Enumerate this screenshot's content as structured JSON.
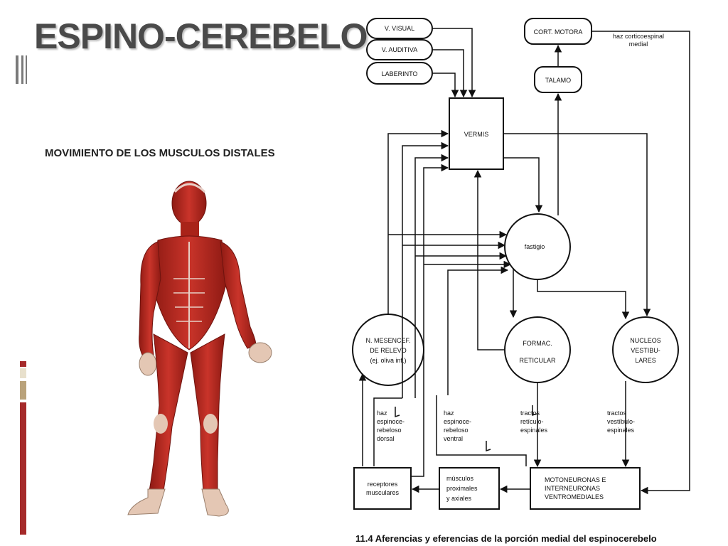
{
  "slide": {
    "title": "ESPINO-CEREBELO",
    "subtitle": "MOVIMIENTO DE LOS MUSCULOS DISTALES"
  },
  "colors": {
    "title": "#4a4a4a",
    "accent_red": "#a52a2a",
    "accent_tan": "#b9a27a",
    "muscle": "#b8261d"
  },
  "diagram": {
    "nodes": {
      "v_visual": "V. VISUAL",
      "v_auditiva": "V. AUDITIVA",
      "laberinto": "LABERINTO",
      "cort_motora": "CORT. MOTORA",
      "haz_corticoespinal": [
        "haz corticoespinal",
        "medial"
      ],
      "talamo": "TALAMO",
      "vermis": "VERMIS",
      "fastigio": "fastigio",
      "n_mesencef": [
        "N. MESENCEF.",
        "DE RELEVO",
        "(ej. oliva inf.)"
      ],
      "formac_reticular": [
        "FORMAC.",
        "RETICULAR"
      ],
      "nucleos_vestibulares": [
        "NUCLEOS",
        "VESTIBU-",
        "LARES"
      ],
      "receptores": [
        "receptores",
        "musculares"
      ],
      "musculos": [
        "músculos",
        "proximales",
        "y axiales"
      ],
      "motoneuronas": [
        "MOTONEURONAS E",
        "INTERNEURONAS",
        "VENTROMEDIALES"
      ]
    },
    "tract_labels": {
      "dorsal": [
        "haz",
        "espinoce-",
        "rebeloso",
        "dorsal"
      ],
      "ventral": [
        "haz",
        "espinoce-",
        "rebeloso",
        "ventral"
      ],
      "reticulo": [
        "tractos",
        "retículo-",
        "espinales"
      ],
      "vestibulo": [
        "tractos",
        "vestíbulo-",
        "espinales"
      ]
    },
    "caption": "11.4  Aferencias y eferencias de la porción medial del espinocerebelo"
  }
}
